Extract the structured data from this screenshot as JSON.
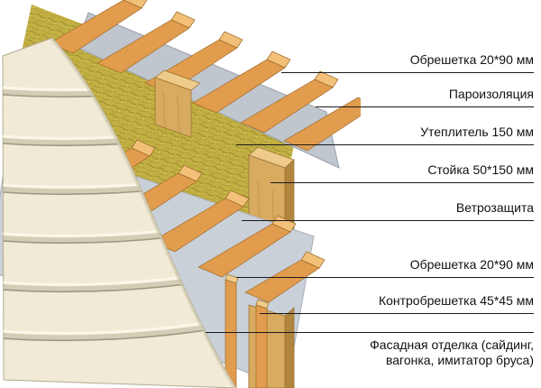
{
  "diagram": {
    "type": "wall-construction-cutaway",
    "labels": [
      {
        "id": "obreshetka-top",
        "text": "Обрешетка 20*90 мм"
      },
      {
        "id": "paroizolyaciya",
        "text": "Пароизоляция"
      },
      {
        "id": "uteplitel",
        "text": "Утеплитель 150 мм"
      },
      {
        "id": "stoyka",
        "text": "Стойка 50*150 мм"
      },
      {
        "id": "vetrozashchita",
        "text": "Ветрозащита"
      },
      {
        "id": "obreshetka-bottom",
        "text": "Обрешетка 20*90 мм"
      },
      {
        "id": "kontrobreshetka",
        "text": "Контробрешетка 45*45 мм"
      },
      {
        "id": "fasadnaya-otdelka",
        "text": "Фасадная отделка (сайдинг, вагонка, имитатор бруса)"
      }
    ],
    "colors": {
      "batten_wood": "#e29c4e",
      "batten_end": "#f2c078",
      "stud_wood": "#d8ab60",
      "stud_side": "#b2853f",
      "stud_top": "#eecb8a",
      "insulation": "#c2b043",
      "insulation_dark": "#8d7c26",
      "vapor_membrane": "#c0c6ce",
      "wind_membrane": "#cad0d7",
      "siding": "#f0ead6",
      "siding_shadow": "#b7b095",
      "label_line": "#1a1a1a",
      "label_text": "#111111",
      "background": "#ffffff"
    }
  }
}
